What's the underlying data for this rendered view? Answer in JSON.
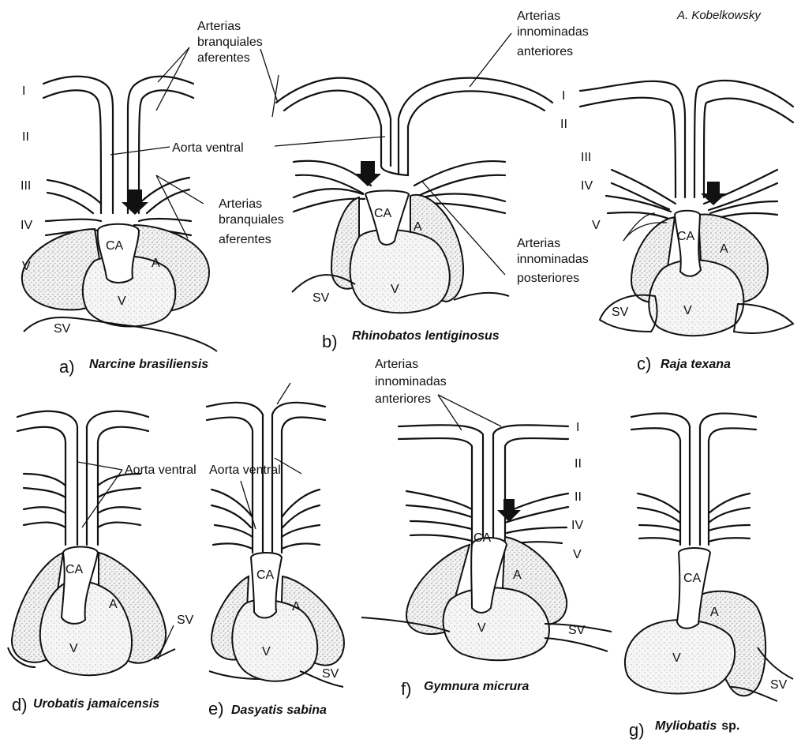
{
  "author": "A. Kobelkowsky",
  "panels": {
    "a": {
      "letter": "a)",
      "species": "Narcine brasiliensis"
    },
    "b": {
      "letter": "b)",
      "species": "Rhinobatos lentiginosus"
    },
    "c": {
      "letter": "c)",
      "species": "Raja texana"
    },
    "d": {
      "letter": "d)",
      "species": "Urobatis jamaicensis"
    },
    "e": {
      "letter": "e)",
      "species": "Dasyatis sabina"
    },
    "f": {
      "letter": "f)",
      "species": "Gymnura micrura"
    },
    "g": {
      "letter": "g)",
      "species_italic": "Myliobatis",
      "species_suffix": "sp."
    }
  },
  "labels": {
    "afferent_line1": "Arterias",
    "afferent_line2": "branquiales",
    "afferent_line3": "aferentes",
    "ventral_aorta": "Aorta ventral",
    "ant_innominate_line1": "Arterias",
    "ant_innominate_line2": "innominadas",
    "ant_innominate_line3": "anteriores",
    "post_innominate_line1": "Arterias",
    "post_innominate_line2": "innominadas",
    "post_innominate_line3": "posteriores"
  },
  "chambers": {
    "ca": "CA",
    "a": "A",
    "v": "V",
    "sv": "SV"
  },
  "roman": {
    "i": "I",
    "ii": "II",
    "iii": "III",
    "iv": "IV",
    "v": "V"
  }
}
